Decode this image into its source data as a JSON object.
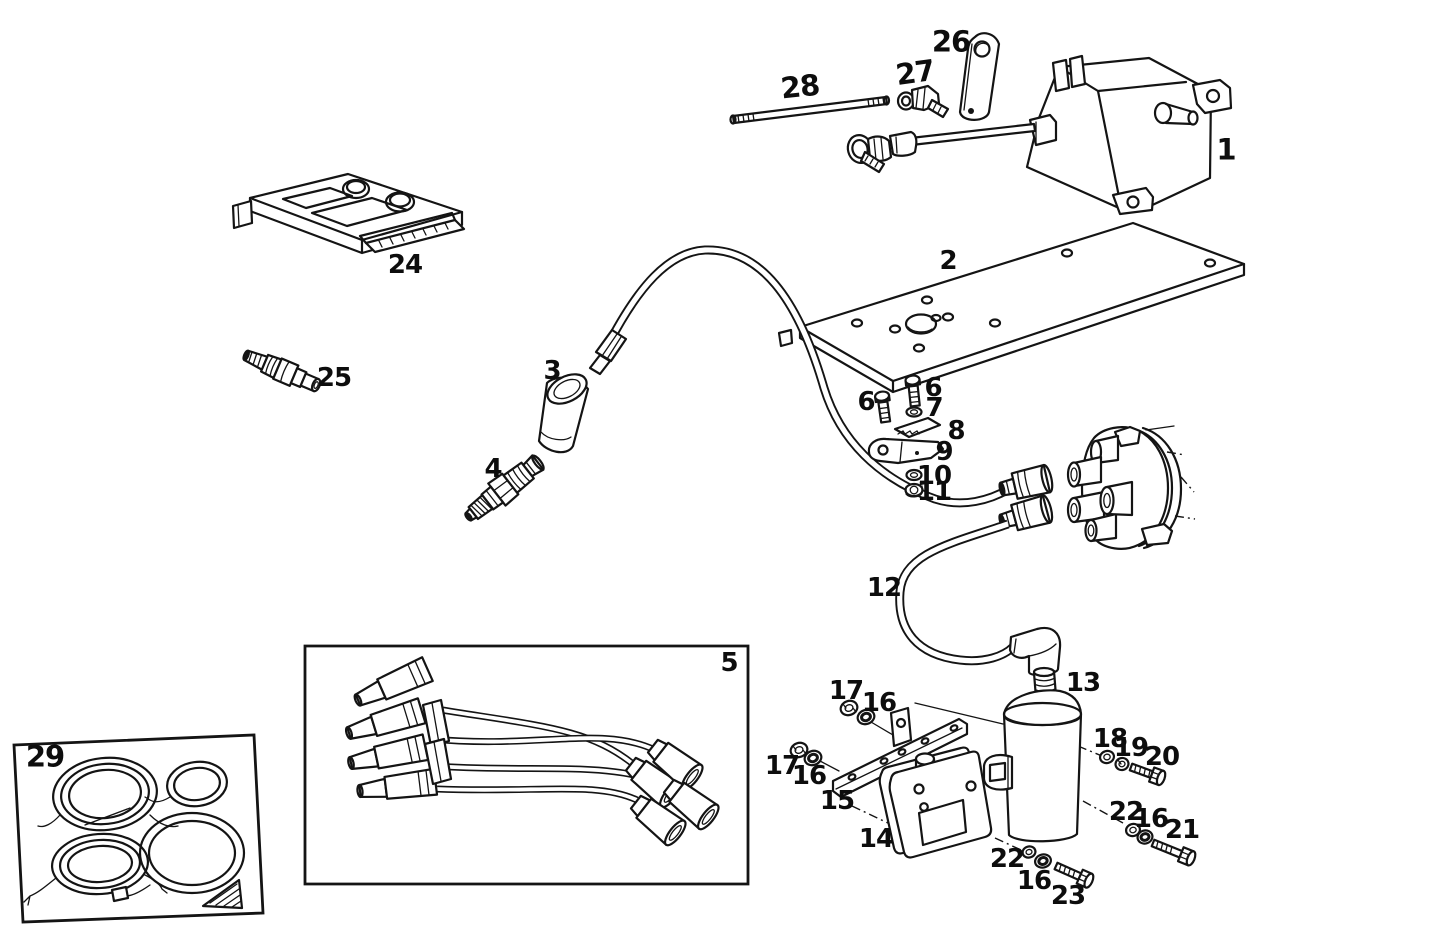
{
  "figure": {
    "type": "exploded-parts-diagram",
    "background": "#ffffff",
    "ink_color": "#141414"
  },
  "labels": {
    "l1": "1",
    "l2": "2",
    "l3": "3",
    "l4": "4",
    "l5": "5",
    "l6a": "6",
    "l6b": "6",
    "l7": "7",
    "l8": "8",
    "l9": "9",
    "l10": "10",
    "l11": "11",
    "l12": "12",
    "l13": "13",
    "l14": "14",
    "l15": "15",
    "l16a": "16",
    "l16b": "16",
    "l16c": "16",
    "l16d": "16",
    "l17a": "17",
    "l17b": "17",
    "l18": "18",
    "l19": "19",
    "l20": "20",
    "l21": "21",
    "l22a": "22",
    "l22b": "22",
    "l23": "23",
    "l24": "24",
    "l25": "25",
    "l26": "26",
    "l27": "27",
    "l28": "28",
    "l29": "29"
  }
}
